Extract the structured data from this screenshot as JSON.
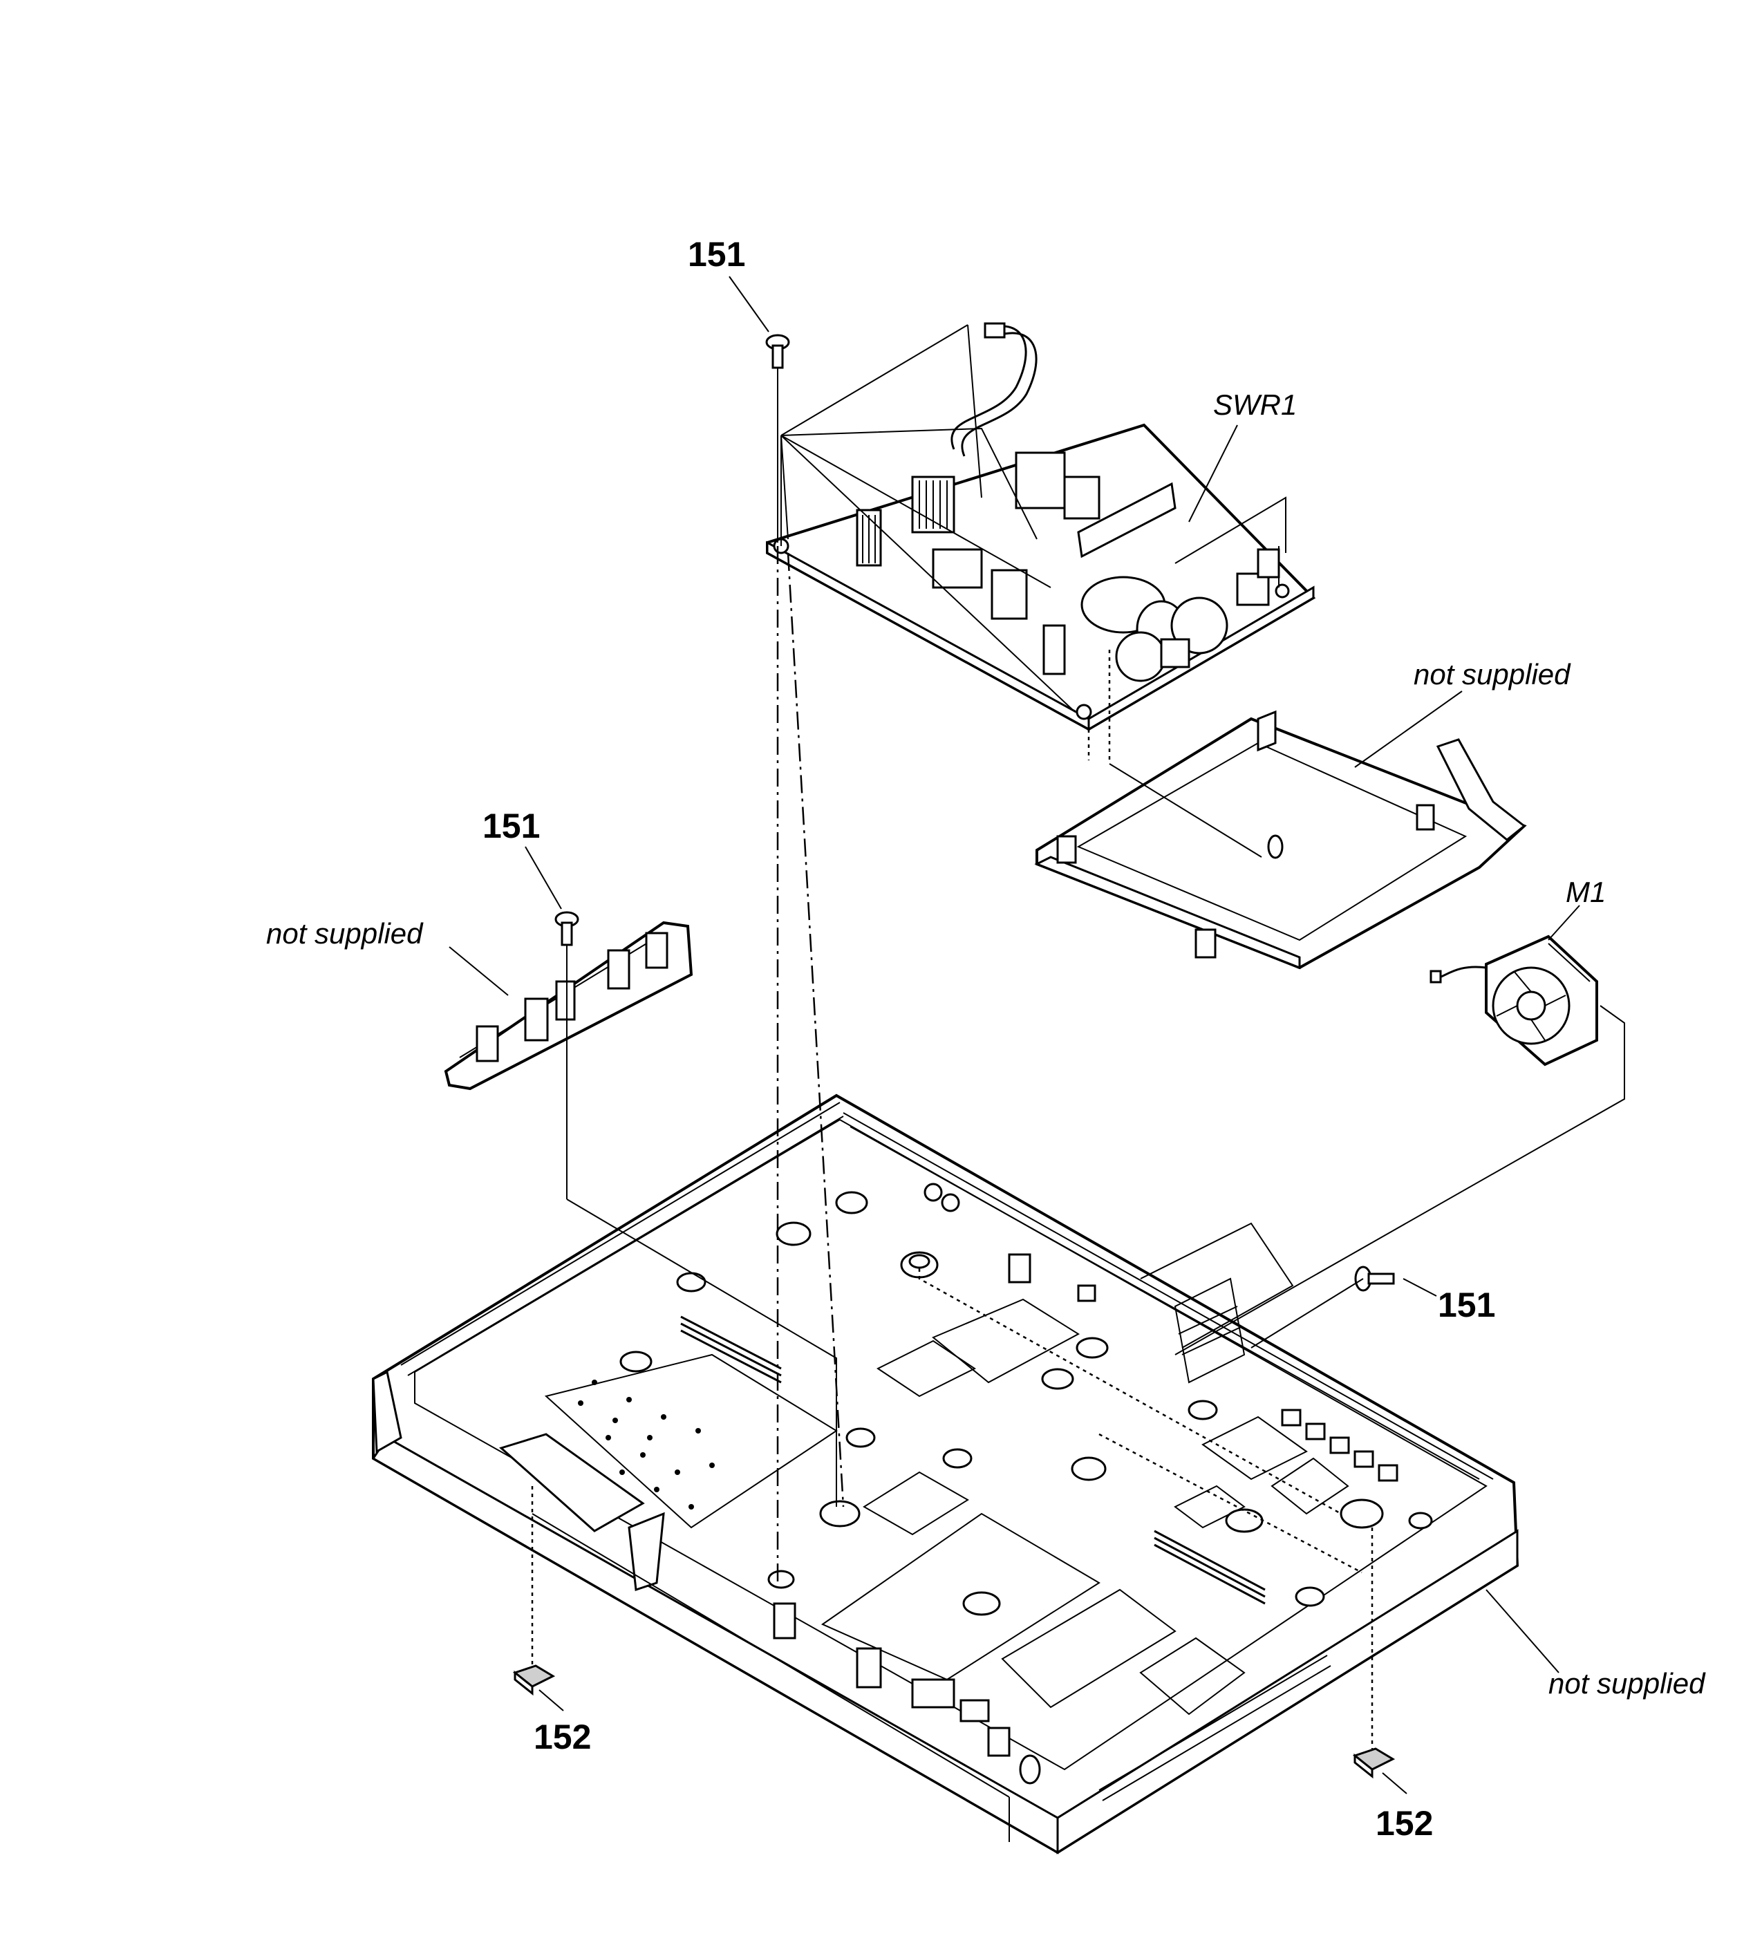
{
  "labels": {
    "screw_top": "151",
    "screw_left": "151",
    "screw_right": "151",
    "foot_left": "152",
    "foot_right": "152",
    "pcb": "SWR1",
    "fan": "M1",
    "not_supplied_bracket_right": "not supplied",
    "not_supplied_bracket_left": "not supplied",
    "not_supplied_chassis": "not supplied"
  }
}
